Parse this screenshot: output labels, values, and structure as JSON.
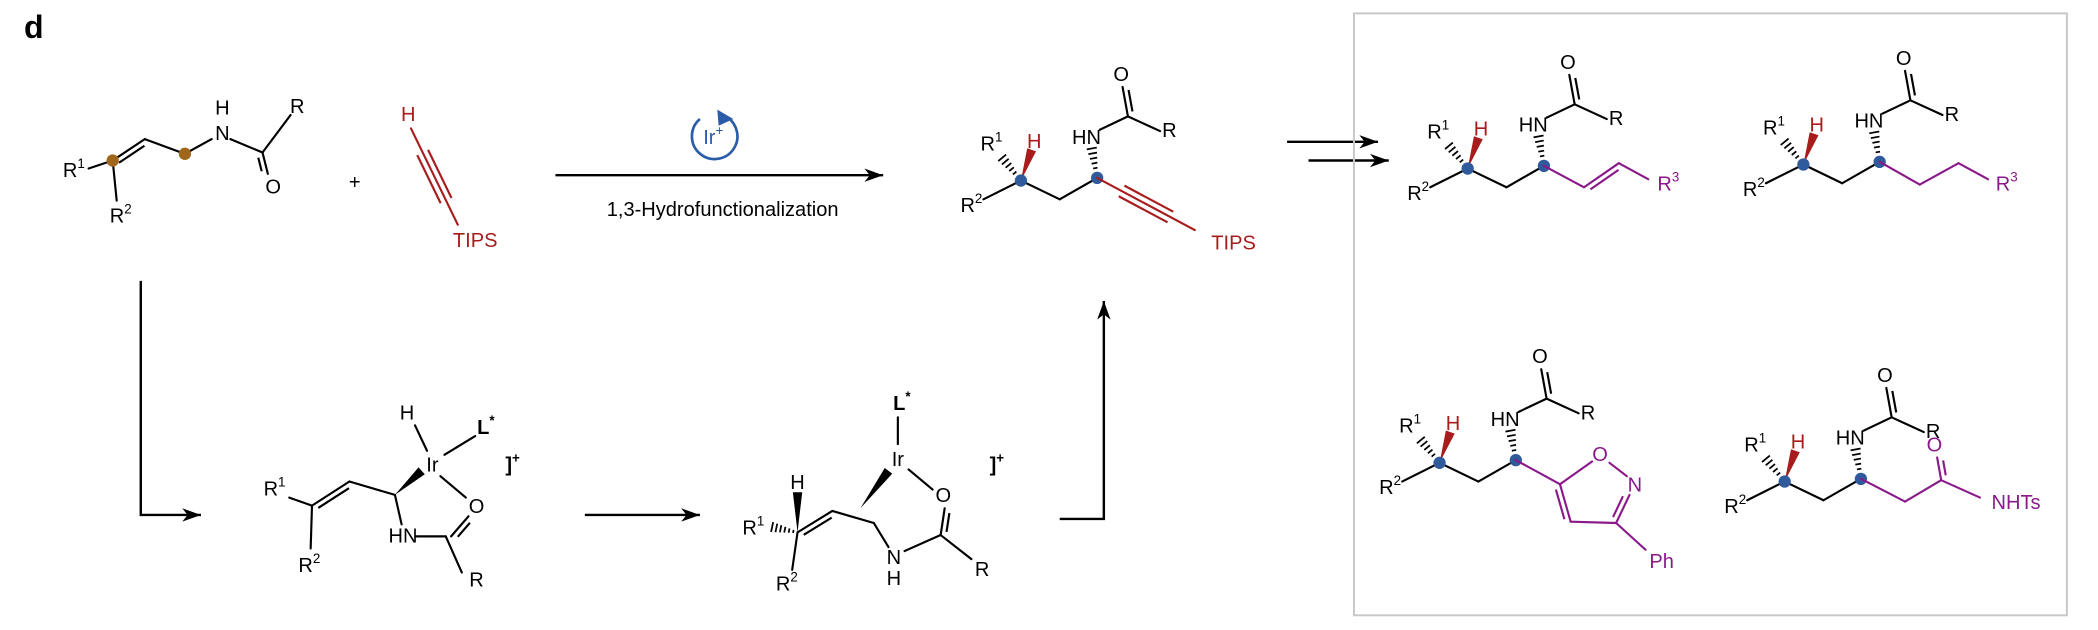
{
  "panel_label": "d",
  "atoms": {
    "R": "R",
    "sup1": "1",
    "sup2": "2",
    "sup3": "3",
    "H": "H",
    "N": "N",
    "HN": "HN",
    "O": "O",
    "Ir": "Ir",
    "L": "L",
    "star": "*",
    "plus": "+",
    "bracket": "]",
    "TIPS": "TIPS",
    "Ph": "Ph",
    "NHTs": "NHTs"
  },
  "catalyst": {
    "label": "Ir",
    "charge": "+"
  },
  "plus_sign": "+",
  "arrow_label": "1,3-Hydrofunctionalization",
  "colors": {
    "bond": "#000000",
    "alkyne_red": "#a81c1c",
    "catalyst_blue": "#2a5ca8",
    "stereocenter_blue": "#2f5a9c",
    "reactive_site_brown": "#a0661c",
    "derivative_purple": "#8a1a8a",
    "box_border": "#c8c8c8"
  }
}
